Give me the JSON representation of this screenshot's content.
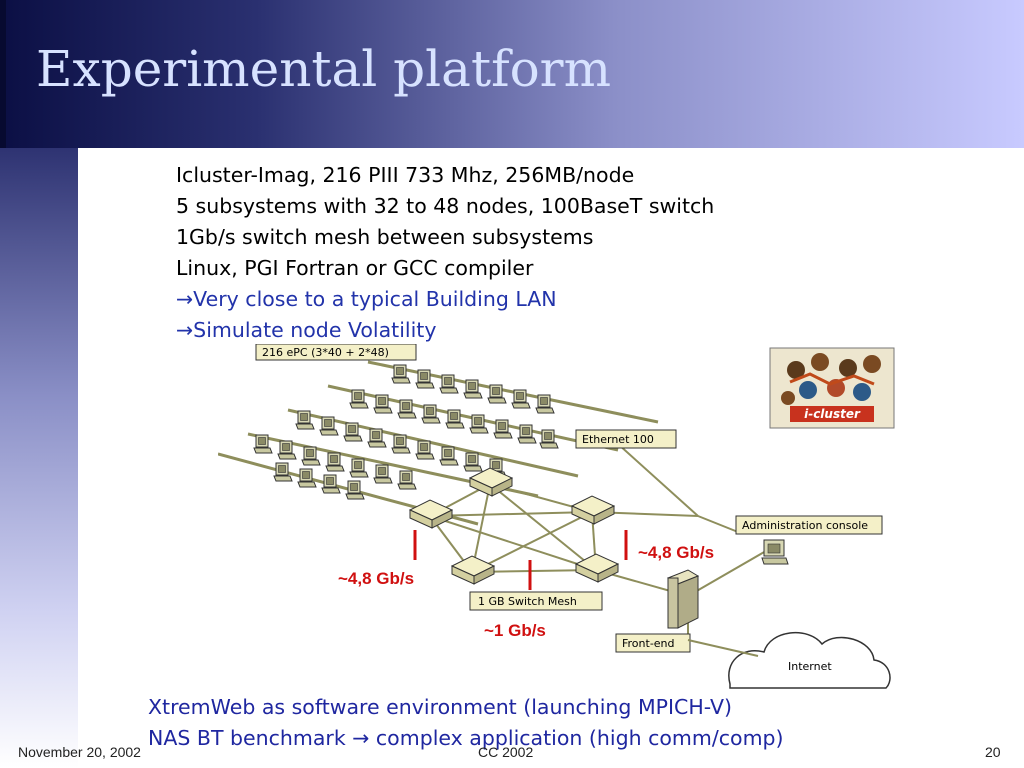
{
  "slide": {
    "title": "Experimental platform",
    "bullets": [
      "Icluster-Imag, 216 PIII 733 Mhz, 256MB/node",
      "5 subsystems with 32 to 48 nodes, 100BaseT switch",
      "1Gb/s switch mesh between subsystems",
      "Linux, PGI Fortran or GCC compiler",
      "→Very close to a typical Building LAN",
      "→Simulate node Volatility"
    ],
    "bottom_lines": [
      "XtremWeb as software environment (launching MPICH-V)",
      "NAS BT benchmark → complex application (high comm/comp)"
    ]
  },
  "diagram": {
    "label_pc_count": "216 ePC (3*40 + 2*48)",
    "label_ethernet": "Ethernet 100",
    "label_admin": "Administration console",
    "label_mesh": "1 GB Switch Mesh",
    "label_frontend": "Front-end",
    "label_internet": "Internet",
    "logo_text": "i-cluster",
    "bw_right": "~4,8 Gb/s",
    "bw_left": "~4,8 Gb/s",
    "bw_center": "~1 Gb/s",
    "bw_color": "#d01010"
  },
  "footer": {
    "date": "November 20, 2002",
    "center": "CC 2002",
    "page": "20"
  },
  "colors": {
    "title_text": "#d7e2ff",
    "bullet_blue": "#2233aa",
    "bottom_text": "#1f27a0"
  }
}
